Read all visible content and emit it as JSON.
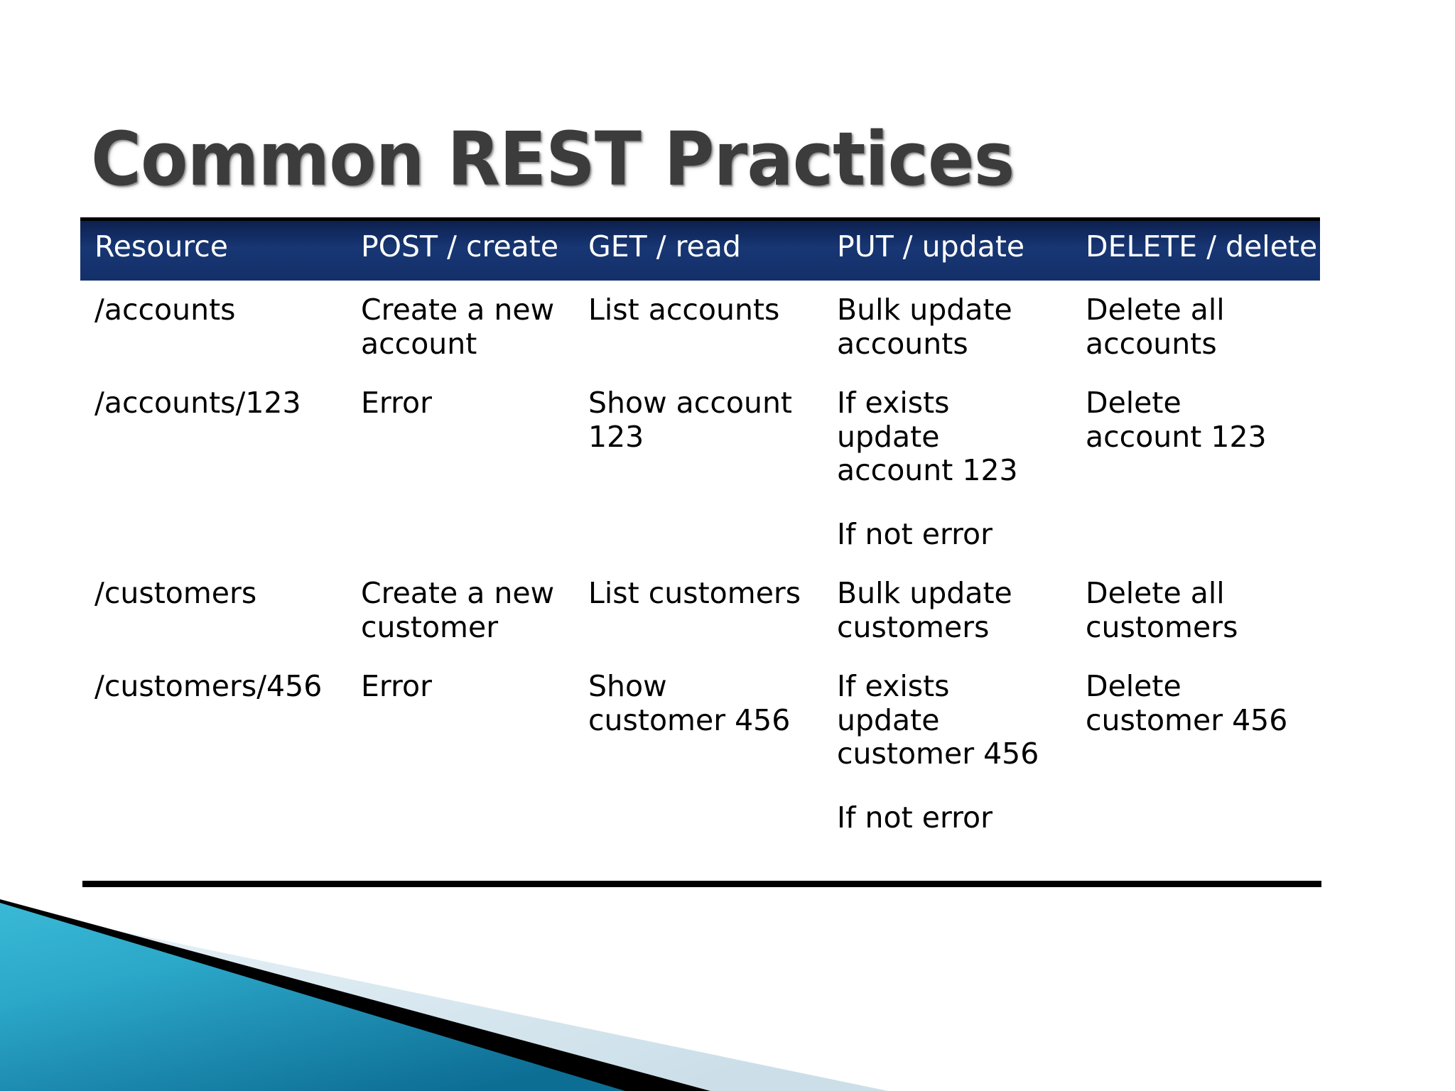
{
  "slide": {
    "title": "Common REST Practices",
    "accent_navy": "#14306a",
    "accent_teal": "#2aa6c6",
    "title_color": "#3c3c3c",
    "rule_color": "#000000"
  },
  "table": {
    "columns": [
      "Resource",
      "POST / create",
      "GET / read",
      "PUT / update",
      "DELETE / delete"
    ],
    "rows": [
      {
        "resource": "/accounts",
        "post": "Create a new account",
        "post_sub": "",
        "get": "List accounts",
        "get_sub": "",
        "put": "Bulk update accounts",
        "put_sub": "",
        "delete": "Delete all accounts",
        "delete_sub": ""
      },
      {
        "resource": "/accounts/123",
        "post": "Error",
        "post_sub": "",
        "get": "Show account 123",
        "get_sub": "",
        "put": "If exists update account 123",
        "put_sub": "If not error",
        "delete": "Delete account 123",
        "delete_sub": ""
      },
      {
        "resource": "/customers",
        "post": "Create a new customer",
        "post_sub": "",
        "get": "List customers",
        "get_sub": "",
        "put": "Bulk update customers",
        "put_sub": "",
        "delete": "Delete all customers",
        "delete_sub": ""
      },
      {
        "resource": "/customers/456",
        "post": "Error",
        "post_sub": "",
        "get": "Show customer 456",
        "get_sub": "",
        "put": "If exists update customer 456",
        "put_sub": "If not error",
        "delete": "Delete customer 456",
        "delete_sub": ""
      }
    ]
  },
  "decoration": {
    "corner_graphic": "triangle-corner-graphic",
    "teal_light": "#34b4d2",
    "teal_dark": "#0f6f96",
    "pale_blue": "#d7e6ef",
    "black": "#000000"
  }
}
